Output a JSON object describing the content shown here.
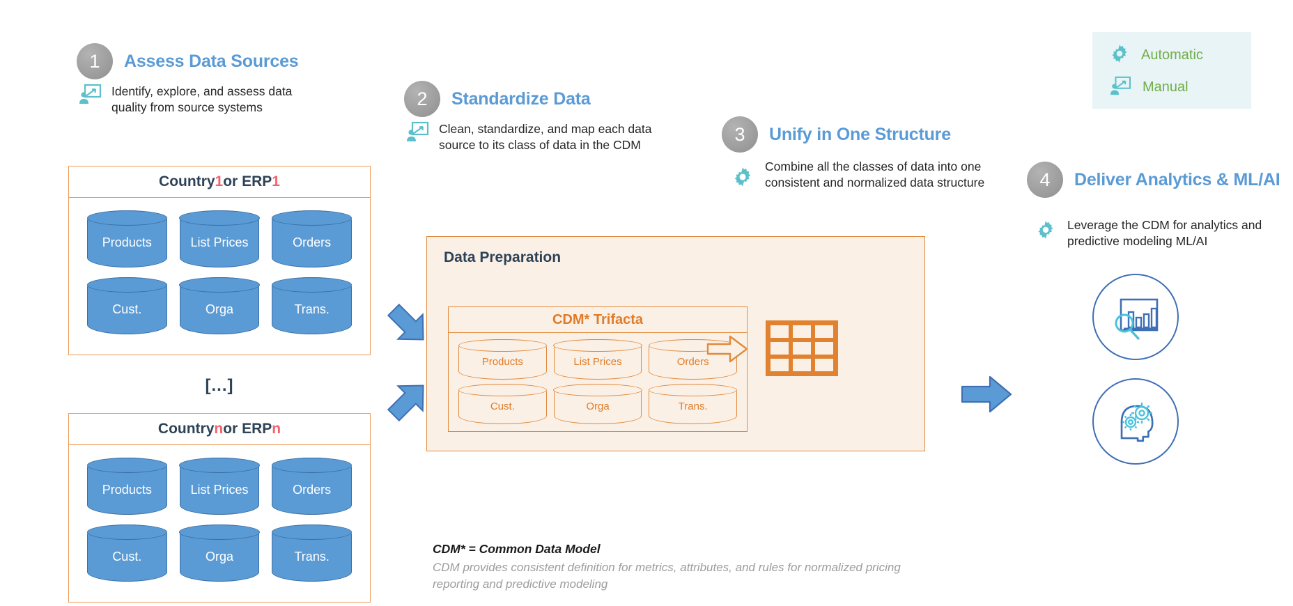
{
  "legend": {
    "items": [
      {
        "icon": "gear-icon",
        "label": "Automatic"
      },
      {
        "icon": "presentation-person-icon",
        "label": "Manual"
      }
    ],
    "bg": "#e8f4f6",
    "text_color": "#70ad47"
  },
  "steps": [
    {
      "number": "1",
      "title": "Assess Data Sources",
      "icon": "presentation-person-icon",
      "body": "Identify, explore, and assess data quality from source systems"
    },
    {
      "number": "2",
      "title": "Standardize Data",
      "icon": "presentation-person-icon",
      "body": "Clean, standardize, and map each data source to its class of data in the CDM"
    },
    {
      "number": "3",
      "title": "Unify in One Structure",
      "icon": "gear-icon",
      "body": "Combine all the classes of data into one consistent and normalized data structure"
    },
    {
      "number": "4",
      "title": "Deliver Analytics & ML/AI",
      "icon": "gear-icon",
      "body": "Leverage the CDM for analytics and predictive modeling ML/AI"
    }
  ],
  "sources": {
    "box1": {
      "title_prefix": "Country ",
      "title_key": "1",
      "title_mid": " or ERP ",
      "title_key2": "1",
      "cylinders": [
        "Products",
        "List Prices",
        "Orders",
        "Cust.",
        "Orga",
        "Trans."
      ]
    },
    "ellipsis": "[...]",
    "box2": {
      "title_prefix": "Country ",
      "title_key": "n",
      "title_mid": " or ERP ",
      "title_key2": "n",
      "cylinders": [
        "Products",
        "List Prices",
        "Orders",
        "Cust.",
        "Orga",
        "Trans."
      ]
    }
  },
  "dataprep": {
    "title": "Data Preparation",
    "cdm_title": "CDM* Trifacta",
    "cylinders": [
      "Products",
      "List Prices",
      "Orders",
      "Cust.",
      "Orga",
      "Trans."
    ],
    "table_cells": 9
  },
  "footnote": {
    "heading": "CDM* = Common Data Model",
    "body": "CDM provides consistent definition for metrics, attributes, and rules for normalized pricing reporting and predictive modeling"
  },
  "outputs": [
    {
      "icon": "bar-chart-magnifier-icon",
      "name": "analytics"
    },
    {
      "icon": "head-gears-ai-icon",
      "name": "ml-ai"
    }
  ],
  "colors": {
    "accent_blue": "#5b9bd5",
    "accent_orange": "#e07c29",
    "accent_green": "#70ad47",
    "highlight_red": "#f4636c",
    "dark_navy": "#2e4257",
    "prep_bg": "#fbf0e6",
    "legend_bg": "#e8f4f6",
    "teal": "#5cc0cb"
  }
}
